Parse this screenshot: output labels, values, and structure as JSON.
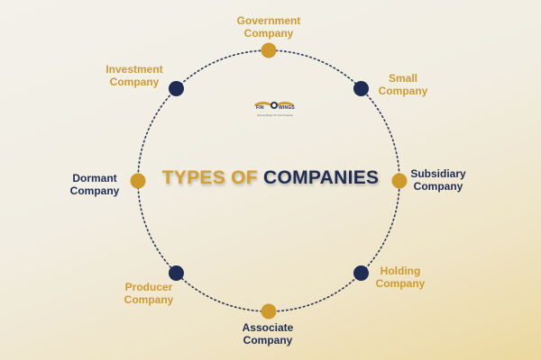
{
  "title": {
    "part1": "TYPES OF ",
    "part2": "COMPANIES"
  },
  "logo": {
    "left_text": "FIN",
    "right_text": "WINGS",
    "tagline": "Giving Wings To Your Finance"
  },
  "colors": {
    "navy": "#1f2d55",
    "gold": "#cf9a2c",
    "ring": "#2b3556"
  },
  "nodes": [
    {
      "id": "government",
      "label": "Government\nCompany",
      "color": "gold"
    },
    {
      "id": "small",
      "label": "Small\nCompany",
      "color": "gold"
    },
    {
      "id": "subsidiary",
      "label": "Subsidiary\nCompany",
      "color": "navy"
    },
    {
      "id": "holding",
      "label": "Holding\nCompany",
      "color": "gold"
    },
    {
      "id": "associate",
      "label": "Associate\nCompany",
      "color": "navy"
    },
    {
      "id": "producer",
      "label": "Producer\nCompany",
      "color": "gold"
    },
    {
      "id": "dormant",
      "label": "Dormant\nCompany",
      "color": "navy"
    },
    {
      "id": "investment",
      "label": "Investment\nCompany",
      "color": "gold"
    }
  ],
  "dots": [
    {
      "id": "government",
      "color": "gold"
    },
    {
      "id": "small",
      "color": "navy"
    },
    {
      "id": "subsidiary",
      "color": "gold"
    },
    {
      "id": "holding",
      "color": "navy"
    },
    {
      "id": "associate",
      "color": "gold"
    },
    {
      "id": "producer",
      "color": "navy"
    },
    {
      "id": "dormant",
      "color": "gold"
    },
    {
      "id": "investment",
      "color": "navy"
    }
  ]
}
